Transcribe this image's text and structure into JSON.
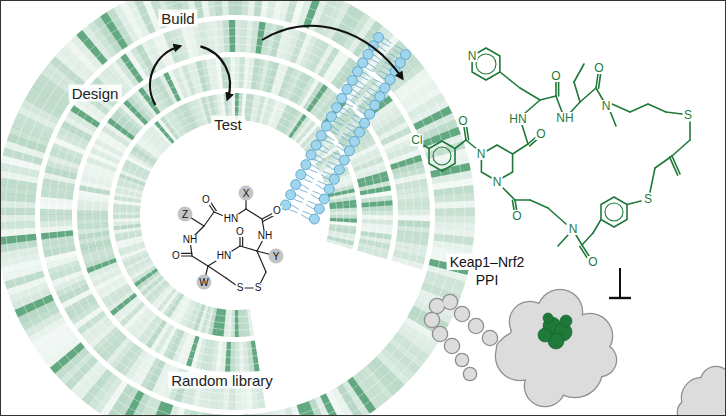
{
  "diagram": {
    "labels": [
      "Design",
      "Build",
      "Test",
      "Random library",
      "Keap1–Nrf2",
      "PPI",
      "Z",
      "O",
      "HN",
      "X",
      "O",
      "NH",
      "Y",
      "O",
      "HN",
      "W",
      "O",
      "NH",
      "S",
      "S",
      "N",
      "O",
      "O",
      "N",
      "S",
      "HN",
      "NH",
      "O",
      "Cl",
      "O",
      "N",
      "N",
      "S",
      "O",
      "N",
      "O"
    ]
  }
}
